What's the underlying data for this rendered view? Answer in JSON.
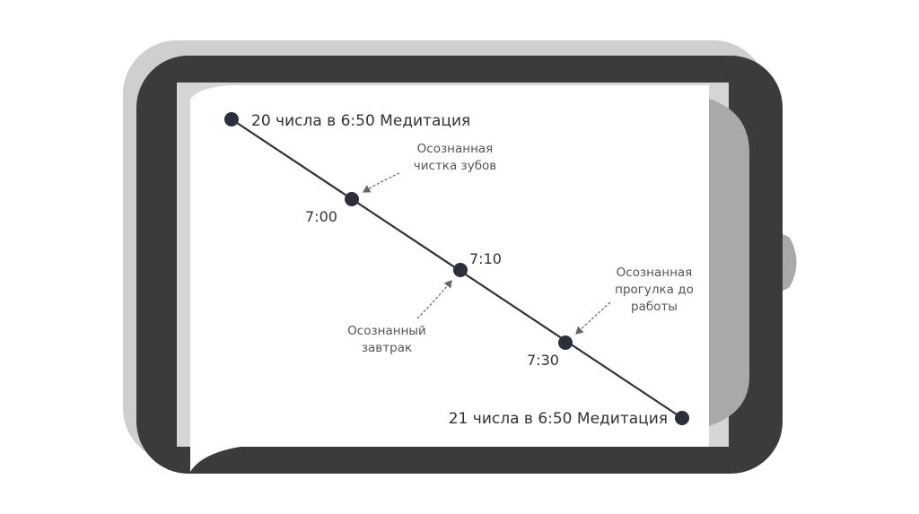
{
  "colors": {
    "frame": "#3b3b3b",
    "shadow": "#cfcfcf",
    "flap": "#a9a9a9",
    "screen_edge": "#d6d6d6",
    "page": "#ffffff",
    "dot": "#2b2f3a",
    "line": "#333333"
  },
  "timeline": {
    "start_label": "20 числа в 6:50 Медитация",
    "end_label": "21 числа в 6:50 Медитация",
    "times": [
      "7:00",
      "7:10",
      "7:30"
    ],
    "notes": [
      {
        "lines": [
          "Осознанная",
          "чистка зубов"
        ]
      },
      {
        "lines": [
          "Осознанный",
          "завтрак"
        ]
      },
      {
        "lines": [
          "Осознанная",
          "прогулка до",
          "работы"
        ]
      }
    ]
  }
}
